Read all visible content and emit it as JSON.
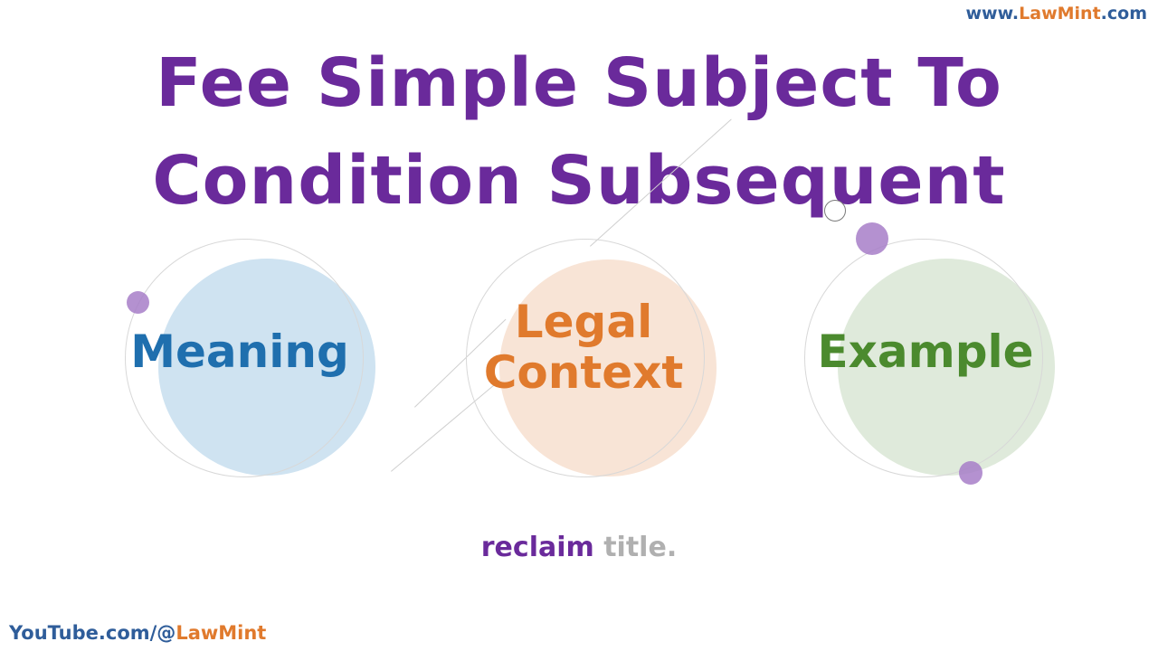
{
  "site_url": {
    "part1": "www.",
    "part2": "LawMint",
    "part3": ".com"
  },
  "title": {
    "line1": "Fee Simple Subject To",
    "line2": "Condition Subsequent"
  },
  "topics": [
    {
      "label": "Meaning",
      "color": "#1f6fae",
      "fill": "#cfe3f1"
    },
    {
      "label_line1": "Legal",
      "label_line2": "Context",
      "color": "#e07a2d",
      "fill": "#f8e4d6"
    },
    {
      "label": "Example",
      "color": "#4b8a2e",
      "fill": "#dfeadb"
    }
  ],
  "tagline": {
    "part1": "reclaim",
    "part2": "title."
  },
  "youtube": {
    "part1": "YouTube.com/@",
    "part2": "LawMint"
  },
  "colors": {
    "title": "#6a2a9b",
    "accent_dot": "#a77ec8",
    "ring": "#d8d8d8"
  }
}
